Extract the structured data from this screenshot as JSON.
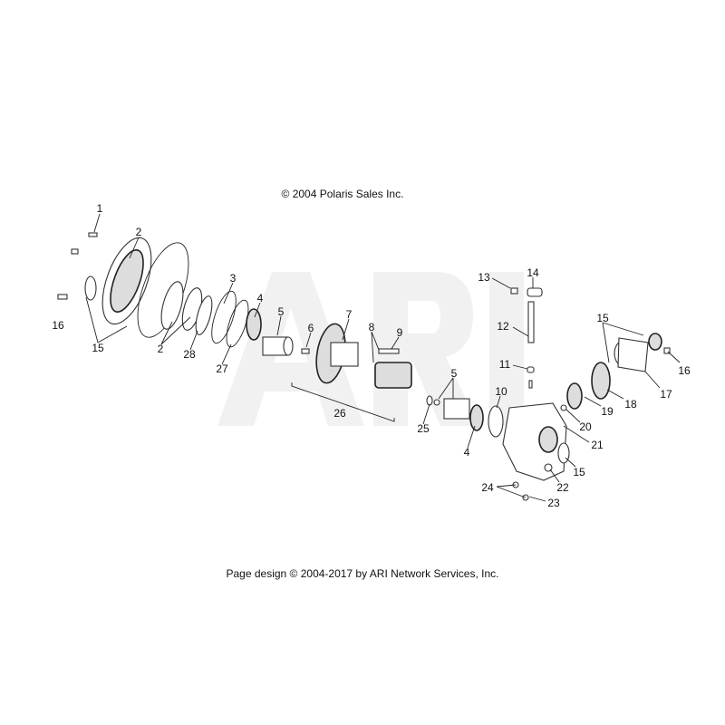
{
  "header": {
    "copyright": "© 2004 Polaris Sales Inc."
  },
  "footer": {
    "page_design": "Page design © 2004-2017 by ARI Network Services, Inc."
  },
  "watermark": "ARI",
  "callouts": [
    "1",
    "2",
    "15",
    "16",
    "2",
    "28",
    "3",
    "4",
    "5",
    "27",
    "6",
    "7",
    "8",
    "9",
    "26",
    "25",
    "5",
    "4",
    "10",
    "13",
    "14",
    "12",
    "11",
    "15",
    "16",
    "17",
    "18",
    "19",
    "20",
    "21",
    "15",
    "22",
    "24",
    "23"
  ]
}
